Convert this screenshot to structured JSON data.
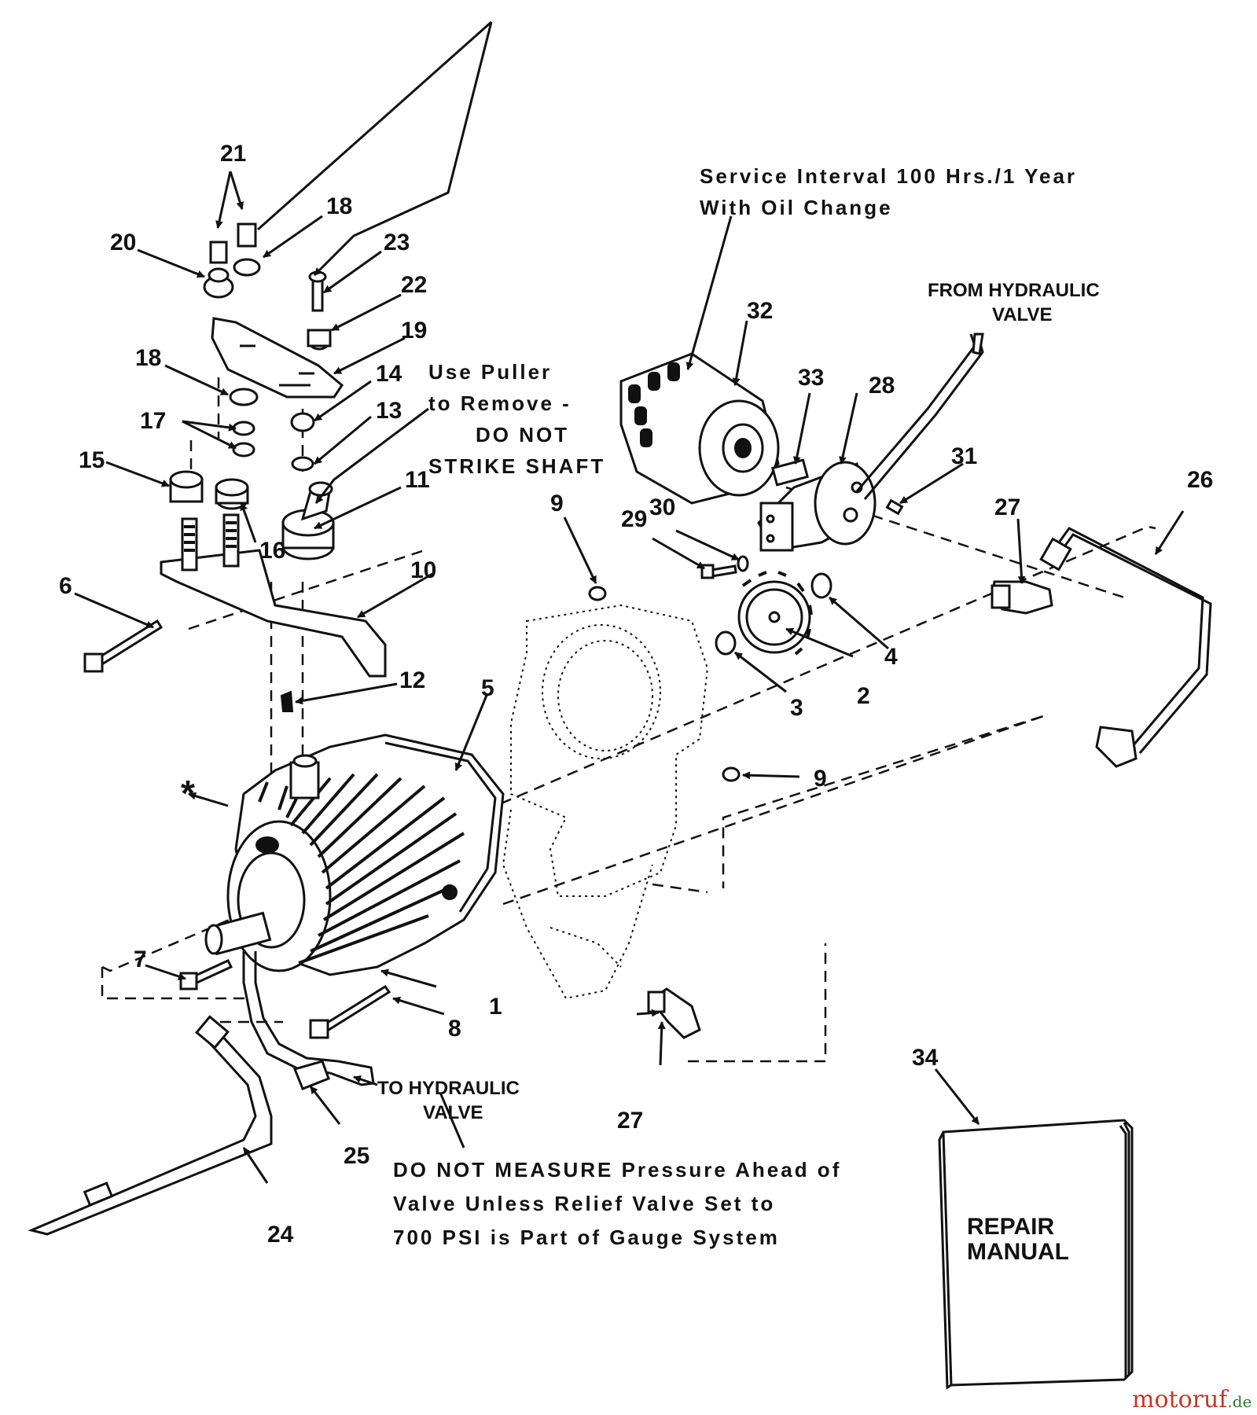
{
  "callouts": [
    {
      "id": "c1",
      "label": "1"
    },
    {
      "id": "c2",
      "label": "2"
    },
    {
      "id": "c3",
      "label": "3"
    },
    {
      "id": "c4",
      "label": "4"
    },
    {
      "id": "c5",
      "label": "5"
    },
    {
      "id": "c6",
      "label": "6"
    },
    {
      "id": "c7",
      "label": "7"
    },
    {
      "id": "c8",
      "label": "8"
    },
    {
      "id": "c9a",
      "label": "9"
    },
    {
      "id": "c9b",
      "label": "9"
    },
    {
      "id": "c10",
      "label": "10"
    },
    {
      "id": "c11",
      "label": "11"
    },
    {
      "id": "c12",
      "label": "12"
    },
    {
      "id": "c13",
      "label": "13"
    },
    {
      "id": "c14",
      "label": "14"
    },
    {
      "id": "c15",
      "label": "15"
    },
    {
      "id": "c16",
      "label": "16"
    },
    {
      "id": "c17",
      "label": "17"
    },
    {
      "id": "c18a",
      "label": "18"
    },
    {
      "id": "c18b",
      "label": "18"
    },
    {
      "id": "c19",
      "label": "19"
    },
    {
      "id": "c20",
      "label": "20"
    },
    {
      "id": "c21",
      "label": "21"
    },
    {
      "id": "c22",
      "label": "22"
    },
    {
      "id": "c23",
      "label": "23"
    },
    {
      "id": "c24",
      "label": "24"
    },
    {
      "id": "c25",
      "label": "25"
    },
    {
      "id": "c26",
      "label": "26"
    },
    {
      "id": "c27a",
      "label": "27"
    },
    {
      "id": "c27b",
      "label": "27"
    },
    {
      "id": "c28",
      "label": "28"
    },
    {
      "id": "c29",
      "label": "29"
    },
    {
      "id": "c30",
      "label": "30"
    },
    {
      "id": "c31",
      "label": "31"
    },
    {
      "id": "c32",
      "label": "32"
    },
    {
      "id": "c33",
      "label": "33"
    },
    {
      "id": "c34",
      "label": "34"
    },
    {
      "id": "cstar",
      "label": "*"
    }
  ],
  "notes": {
    "service_line1": "Service Interval 100 Hrs./1 Year",
    "service_line2": "With Oil Change",
    "from_valve_line1": "FROM HYDRAULIC",
    "from_valve_line2": "VALVE",
    "puller_line1": "Use Puller",
    "puller_line2": "to Remove -",
    "puller_line3": "DO NOT",
    "puller_line4": "STRIKE SHAFT",
    "to_valve_line1": "TO HYDRAULIC",
    "to_valve_line2": "VALVE",
    "pressure_line1": "DO NOT MEASURE Pressure Ahead of",
    "pressure_line2": "Valve Unless Relief Valve Set to",
    "pressure_line3": "700 PSI is Part of Gauge System"
  },
  "manual": {
    "line1": "REPAIR",
    "line2": "MANUAL"
  },
  "watermark": {
    "text": "motoruf",
    "suffix": ".de",
    "color": "#c0392b",
    "suffix_color": "#2c7a2c"
  }
}
